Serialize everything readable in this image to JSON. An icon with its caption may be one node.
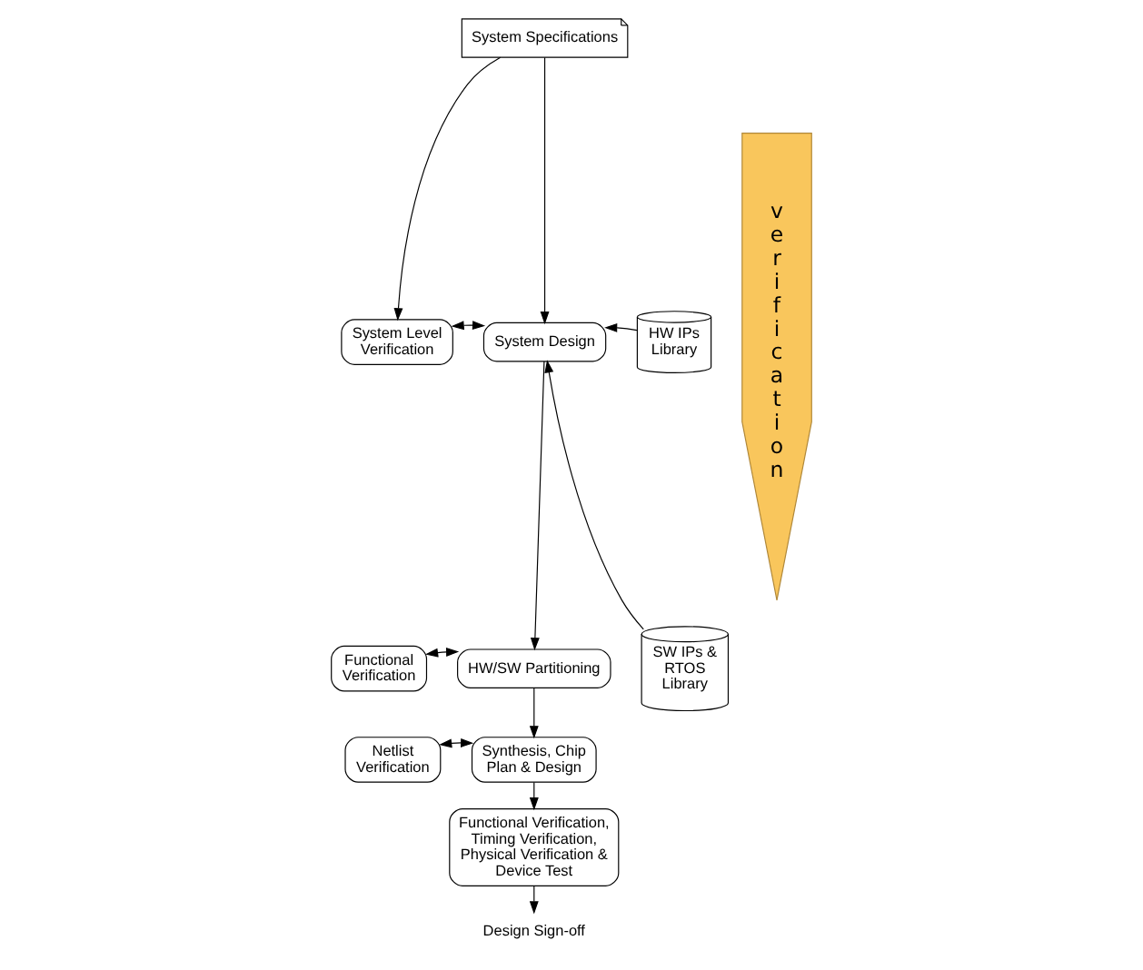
{
  "diagram": {
    "nodes": [
      {
        "text": [
          "System Specifications"
        ]
      },
      {
        "text": [
          "System Level Verification"
        ]
      },
      {
        "text": [
          "System Design"
        ]
      },
      {
        "text": [
          "HW IPs Library"
        ]
      },
      {
        "text": [
          "Functional Verification"
        ]
      },
      {
        "text": [
          "HW/SW Partitioning"
        ]
      },
      {
        "text": [
          "SW IPs & RTOS Library"
        ]
      },
      {
        "text": [
          "Netlist Verification"
        ]
      },
      {
        "text": [
          "Synthesis, Chip Plan & Design"
        ]
      },
      {
        "text": [
          "Functional Verification, Timing Verification, Physical Verification & Device Test"
        ]
      },
      {
        "text": [
          "Design Sign-off"
        ]
      },
      {
        "text": [
          "verification"
        ]
      }
    ],
    "edges": [
      {
        "from": 0,
        "to": 1,
        "arrow": "to"
      },
      {
        "from": 0,
        "to": 2,
        "arrow": "to"
      },
      {
        "from": 1,
        "to": 2,
        "arrow": "both"
      },
      {
        "from": 3,
        "to": 2,
        "arrow": "to"
      },
      {
        "from": 6,
        "to": 2,
        "arrow": "to"
      },
      {
        "from": 2,
        "to": 5,
        "arrow": "to"
      },
      {
        "from": 4,
        "to": 5,
        "arrow": "both"
      },
      {
        "from": 5,
        "to": 8,
        "arrow": "to"
      },
      {
        "from": 7,
        "to": 8,
        "arrow": "both"
      },
      {
        "from": 8,
        "to": 9,
        "arrow": "to"
      },
      {
        "from": 9,
        "to": 10,
        "arrow": "to"
      }
    ]
  }
}
